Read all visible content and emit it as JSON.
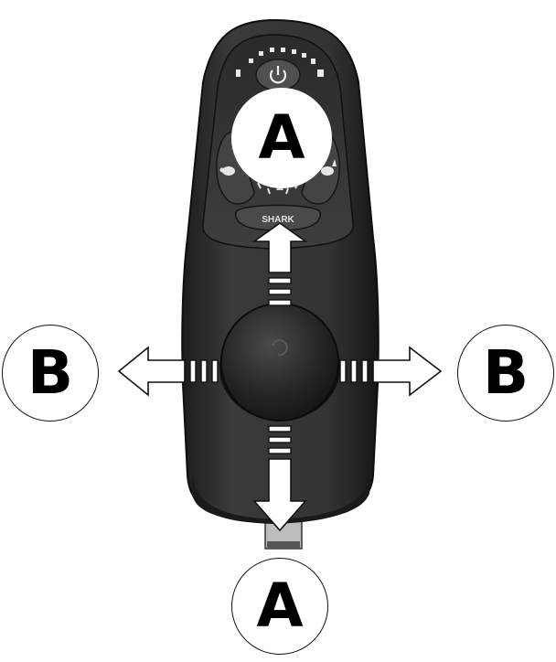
{
  "labels": {
    "forward_back": "A",
    "left_right": "B"
  },
  "device": {
    "brand_text": "SHARK"
  },
  "colors": {
    "body": "#2e2e2e",
    "body_dark": "#1a1a1a",
    "panel": "#3a3a3a",
    "knob": "#262626",
    "arrow_fill": "#ffffff",
    "outline": "#111111"
  },
  "icons": {
    "power": "power-icon",
    "battery_gauge": "battery-gauge-icon",
    "slow_speed": "turtle-icon",
    "fast_speed": "hare-icon",
    "horn": "horn-icon"
  }
}
